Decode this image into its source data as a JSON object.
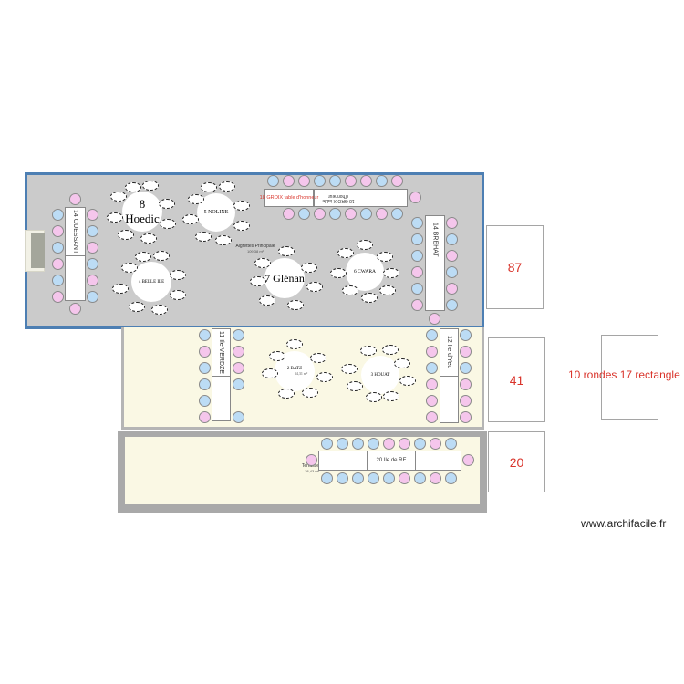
{
  "rooms": {
    "main": {
      "label": "Aigrettes Principale",
      "area": "109,38 m²"
    },
    "middle": {
      "area": "34,31 m²"
    },
    "terrace": {
      "label": "Terrasse",
      "area": "38,43 m²"
    }
  },
  "rect_tables": [
    {
      "id": "ouessant",
      "label": "14 OUESSANT"
    },
    {
      "id": "groix",
      "label": "18 GROIX table d'honneur"
    },
    {
      "id": "groix-flipped",
      "label": "18 GROIX table d'honneur"
    },
    {
      "id": "brehat",
      "label": "14 BREHAT"
    },
    {
      "id": "verdze",
      "label": "11 Ile VERDZE"
    },
    {
      "id": "yeu",
      "label": "12 Ile d'Yeu"
    },
    {
      "id": "re",
      "label": "20 Ile de RE"
    }
  ],
  "round_tables": [
    {
      "id": "hoedic",
      "label": "8 Hoedic",
      "large": true
    },
    {
      "id": "sinoline",
      "label": "5 NOLINE",
      "large": false
    },
    {
      "id": "belle-ile",
      "label": "4 BELLE ILE",
      "large": false
    },
    {
      "id": "glenan",
      "label": "7 Glénan",
      "large": true
    },
    {
      "id": "sein",
      "label": "6 CWARA",
      "large": false
    },
    {
      "id": "batz",
      "label": "2 BATZ",
      "large": false
    },
    {
      "id": "houat",
      "label": "3 HOUAT",
      "large": false
    }
  ],
  "counts": {
    "main": "87",
    "middle": "41",
    "terrace": "20"
  },
  "summary": "10 rondes 17 rectangle",
  "watermark": "www.archifacile.fr",
  "colors": {
    "main_room_border": "#4d7fb3",
    "main_room_fill": "#cbcbcb",
    "annex_fill": "#faf8e4",
    "seat_male": "#bcdcf5",
    "seat_female": "#f5c6ec",
    "count_text": "#d9342b"
  }
}
